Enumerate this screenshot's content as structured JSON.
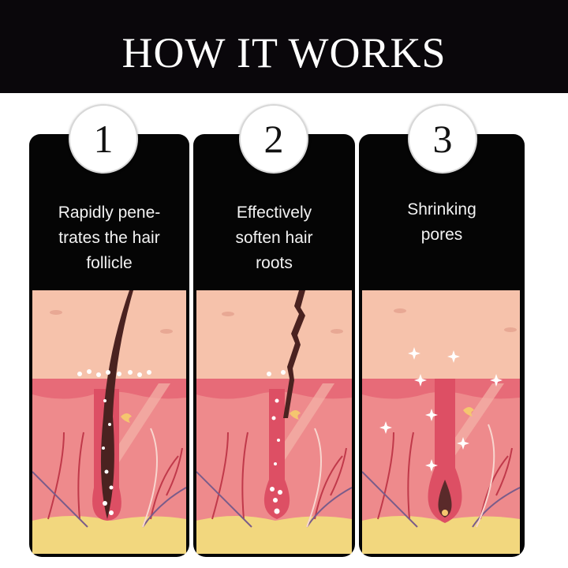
{
  "header": {
    "title": "HOW IT WORKS"
  },
  "steps": [
    {
      "number": "1",
      "lines": [
        "Rapidly pene-",
        "trates the hair",
        "follicle"
      ]
    },
    {
      "number": "2",
      "lines": [
        "Effectively",
        "soften hair",
        "roots"
      ]
    },
    {
      "number": "3",
      "lines": [
        "Shrinking",
        "pores"
      ]
    }
  ],
  "colors": {
    "header_bg": "#0a070b",
    "panel_bg": "#050505",
    "skin_top": "#f6c2ab",
    "dermis": "#ee8a8c",
    "epidermis": "#e76b78",
    "fat": "#f2d77e",
    "hair": "#4a2220"
  }
}
